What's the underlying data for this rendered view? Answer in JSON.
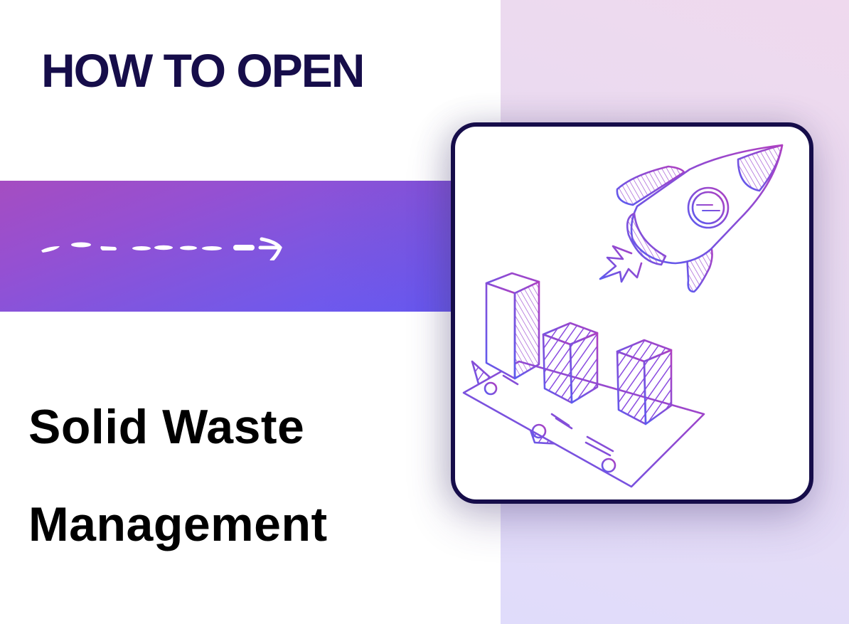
{
  "header": {
    "eyebrow": "HOW TO OPEN"
  },
  "title": {
    "line1": "Solid Waste",
    "line2": "Management"
  },
  "decor": {
    "arrow_icon": "dashed-arrow-right",
    "illustration": "rocket-over-isometric-bar-chart"
  },
  "colors": {
    "eyebrow_text": "#160d4a",
    "title_text": "#000000",
    "band_start": "#a54dc1",
    "band_end": "#635bf7",
    "card_border": "#160d4a",
    "illustration_pink": "#b040c0",
    "illustration_blue": "#5b5cf0",
    "right_panel_top": "#efd9ee",
    "right_panel_bottom": "#e0dcfb"
  }
}
